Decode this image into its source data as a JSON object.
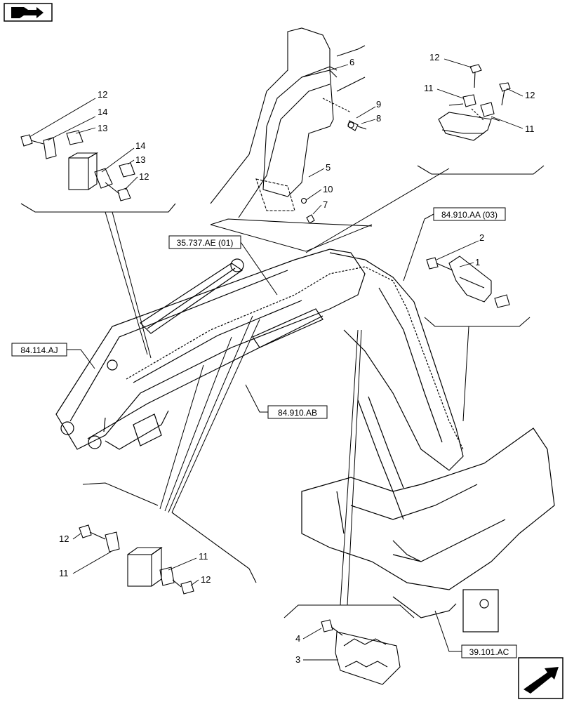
{
  "references": {
    "ref_35737": "35.737.AE (01)",
    "ref_84910aa": "84.910.AA (03)",
    "ref_84114": "84.114.AJ",
    "ref_84910ab": "84.910.AB",
    "ref_39101": "39.101.AC"
  },
  "callouts": {
    "c1": "1",
    "c2": "2",
    "c3": "3",
    "c4": "4",
    "c5": "5",
    "c6": "6",
    "c7": "7",
    "c8": "8",
    "c9": "9",
    "c10": "10",
    "c11a": "11",
    "c11b": "11",
    "c11c": "11",
    "c11d": "11",
    "c12a": "12",
    "c12b": "12",
    "c12c": "12",
    "c12d": "12",
    "c12e": "12",
    "c12f": "12",
    "c13a": "13",
    "c13b": "13",
    "c14a": "14",
    "c14b": "14"
  },
  "icons": {
    "top_left": "book-arrow-icon",
    "bottom_right": "next-page-arrow-icon"
  }
}
